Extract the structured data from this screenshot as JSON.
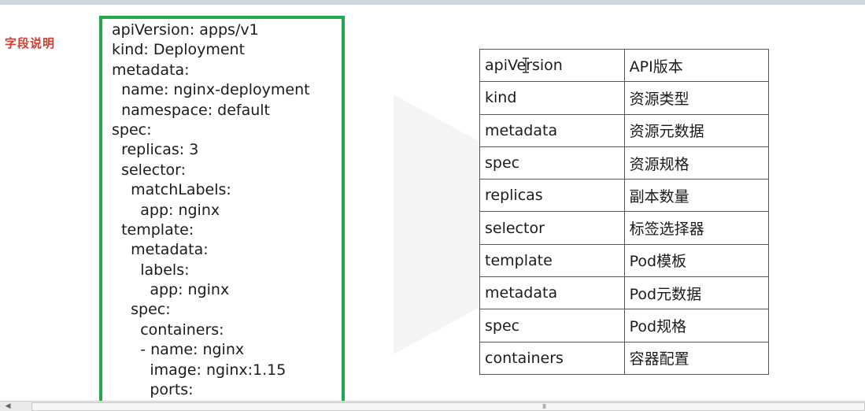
{
  "label": "字段说明",
  "yaml_lines": [
    "apiVersion: apps/v1",
    "kind: Deployment",
    "metadata:",
    "  name: nginx-deployment",
    "  namespace: default",
    "spec:",
    "  replicas: 3",
    "  selector:",
    "    matchLabels:",
    "      app: nginx",
    "  template:",
    "    metadata:",
    "      labels:",
    "        app: nginx",
    "    spec:",
    "      containers:",
    "      - name: nginx",
    "        image: nginx:1.15",
    "        ports:"
  ],
  "table": [
    {
      "field": "apiVersion",
      "desc": "API版本"
    },
    {
      "field": "kind",
      "desc": "资源类型"
    },
    {
      "field": "metadata",
      "desc": "资源元数据"
    },
    {
      "field": "spec",
      "desc": "资源规格"
    },
    {
      "field": "replicas",
      "desc": "副本数量"
    },
    {
      "field": "selector",
      "desc": "标签选择器"
    },
    {
      "field": "template",
      "desc": "Pod模板"
    },
    {
      "field": "metadata",
      "desc": "Pod元数据"
    },
    {
      "field": "spec",
      "desc": "Pod规格"
    },
    {
      "field": "containers",
      "desc": "容器配置"
    }
  ],
  "colors": {
    "border": "#23a84b",
    "label": "#d23b2e"
  },
  "icons": [
    "text-cursor-icon",
    "scroll-left-arrow-icon",
    "scroll-grip-icon"
  ],
  "scrollbar": {
    "grip": "III"
  }
}
